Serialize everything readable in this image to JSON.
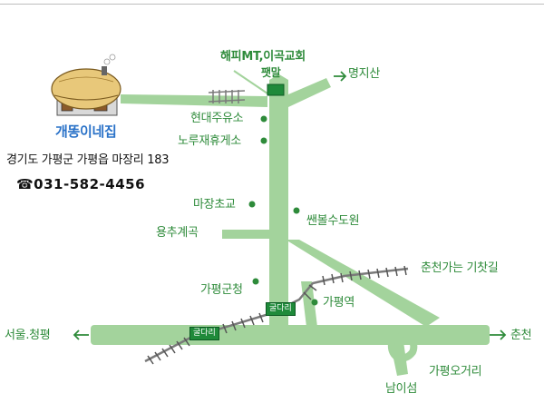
{
  "business": {
    "name": "개똥이네집",
    "address": "경기도 가평군 가평읍 마장리 183",
    "phone": "☎031-582-4456"
  },
  "places": {
    "happy_mt": "해피MT,이곡교회",
    "pet_mal": "팻말",
    "myeongjisan": "명지산",
    "hyundai_gas": "현대주유소",
    "noru_rest": "노루재휴게소",
    "majang_school": "마장초교",
    "ssenbol_farm": "쌘볼수도원",
    "yongchu_valley": "용추계곡",
    "gapyeong_office": "가평군청",
    "gapyeong_station": "가평역",
    "chuncheon_train": "춘천가는 기찻길",
    "seoul_cheongpyeong": "서울.청평",
    "chuncheon": "춘천",
    "gapyeong_5way": "가평오거리",
    "nami_island": "남이섬",
    "bridge_1": "굴다리",
    "bridge_2": "굴다리"
  },
  "colors": {
    "road": "#a3d39c",
    "text": "#2e8b3a",
    "sign": "#1f8a3a",
    "rail": "#7a7a7a",
    "name": "#2a72c8"
  },
  "icons": [
    "thatched-house-icon",
    "arrow-icon",
    "sign-post-icon",
    "phone-icon"
  ]
}
